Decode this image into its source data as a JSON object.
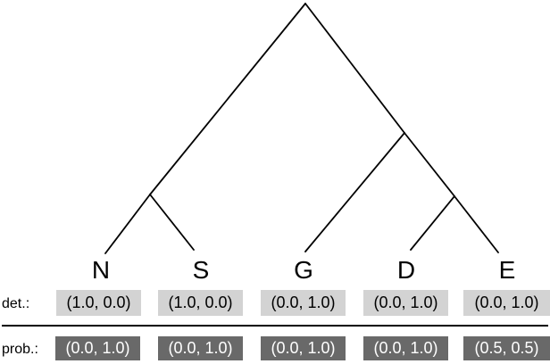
{
  "diagram": {
    "type": "phylogenetic-tree",
    "topology": "((N,S),(G,(D,E)));",
    "leaves": [
      {
        "label": "N",
        "det": "(1.0, 0.0)",
        "prob": "(0.0, 1.0)"
      },
      {
        "label": "S",
        "det": "(1.0, 0.0)",
        "prob": "(0.0, 1.0)"
      },
      {
        "label": "G",
        "det": "(0.0, 1.0)",
        "prob": "(0.0, 1.0)"
      },
      {
        "label": "D",
        "det": "(0.0, 1.0)",
        "prob": "(0.0, 1.0)"
      },
      {
        "label": "E",
        "det": "(0.0, 1.0)",
        "prob": "(0.5, 0.5)"
      }
    ],
    "rows": {
      "det": {
        "label": "det.:",
        "box_color": "#d3d3d3",
        "text_color": "#000000"
      },
      "prob": {
        "label": "prob.:",
        "box_color": "#696969",
        "text_color": "#ffffff"
      }
    },
    "colors": {
      "background": "#ffffff",
      "line": "#000000"
    }
  }
}
